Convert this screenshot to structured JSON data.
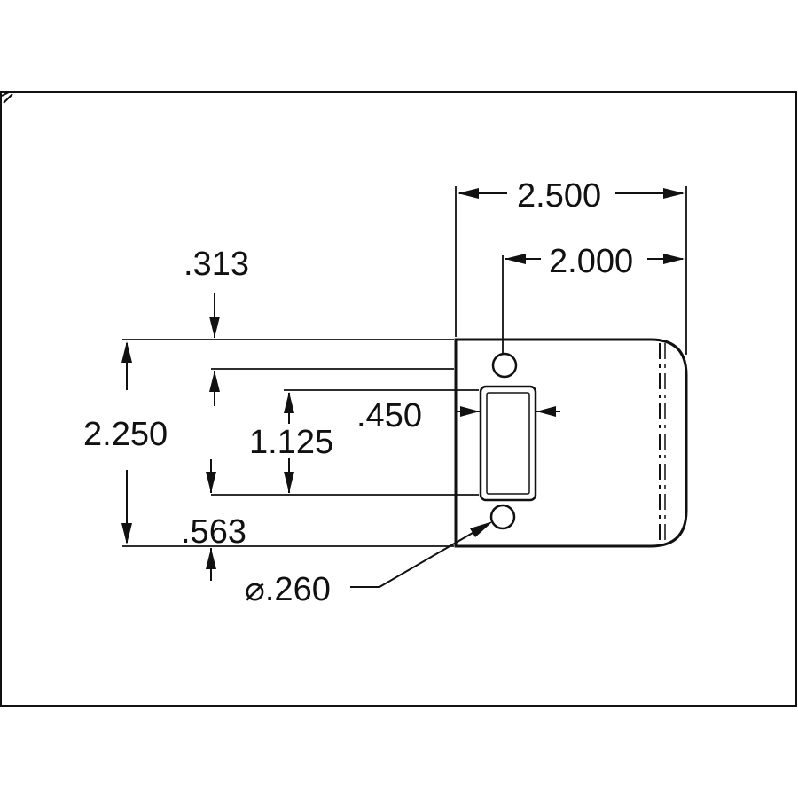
{
  "drawing": {
    "dimensions": {
      "overall_width": ".313",
      "hole_offset": "2.000",
      "total_width": "2.500",
      "height": "2.250",
      "slot_height": "1.125",
      "slot_width": ".450",
      "bottom_offset": ".563",
      "hole_diameter": "⌀.260"
    },
    "colors": {
      "ink": "#111111",
      "background": "#ffffff"
    }
  }
}
